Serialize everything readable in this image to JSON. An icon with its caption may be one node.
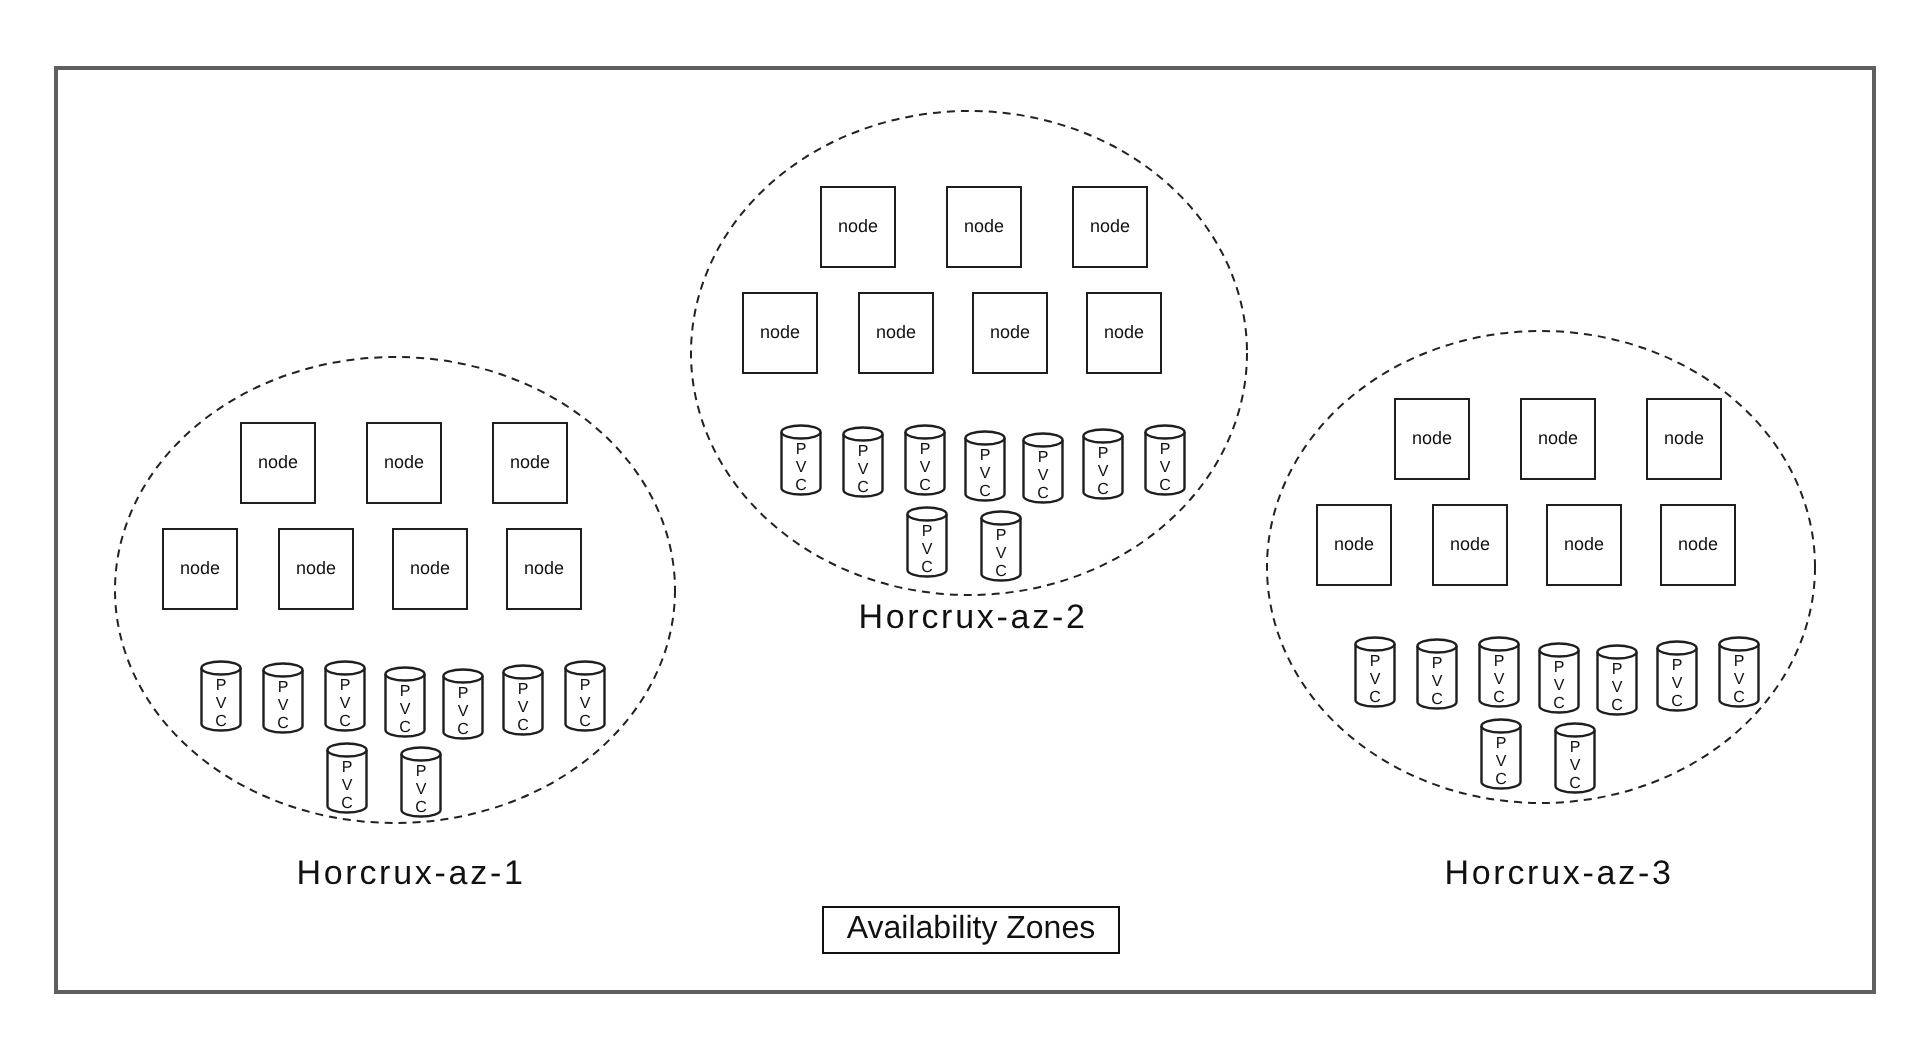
{
  "diagram": {
    "nodes": [
      {
        "text": [],
        "shape": "box"
      },
      {
        "text": [
          "Horcrux-az-1"
        ],
        "in": 0
      },
      {
        "text": [
          "node"
        ],
        "in": 1
      },
      {
        "text": [
          "node"
        ],
        "in": 1
      },
      {
        "text": [
          "node"
        ],
        "in": 1
      },
      {
        "text": [
          "node"
        ],
        "in": 1
      },
      {
        "text": [
          "node"
        ],
        "in": 1
      },
      {
        "text": [
          "node"
        ],
        "in": 1
      },
      {
        "text": [
          "node"
        ],
        "in": 1
      },
      {
        "text": [
          "P V C"
        ],
        "in": 1
      },
      {
        "text": [
          "P V C"
        ],
        "in": 1
      },
      {
        "text": [
          "P V C"
        ],
        "in": 1
      },
      {
        "text": [
          "P V C"
        ],
        "in": 1
      },
      {
        "text": [
          "P V C"
        ],
        "in": 1
      },
      {
        "text": [
          "P V C"
        ],
        "in": 1
      },
      {
        "text": [
          "P V C"
        ],
        "in": 1
      },
      {
        "text": [
          "P V C"
        ],
        "in": 1
      },
      {
        "text": [
          "P V C"
        ],
        "in": 1
      },
      {
        "text": [
          "Horcrux-az-2"
        ],
        "in": 0
      },
      {
        "text": [
          "node"
        ],
        "in": 18
      },
      {
        "text": [
          "node"
        ],
        "in": 18
      },
      {
        "text": [
          "node"
        ],
        "in": 18
      },
      {
        "text": [
          "node"
        ],
        "in": 18
      },
      {
        "text": [
          "node"
        ],
        "in": 18
      },
      {
        "text": [
          "node"
        ],
        "in": 18
      },
      {
        "text": [
          "node"
        ],
        "in": 18
      },
      {
        "text": [
          "P V C"
        ],
        "in": 18
      },
      {
        "text": [
          "P V C"
        ],
        "in": 18
      },
      {
        "text": [
          "P V C"
        ],
        "in": 18
      },
      {
        "text": [
          "P V C"
        ],
        "in": 18
      },
      {
        "text": [
          "P V C"
        ],
        "in": 18
      },
      {
        "text": [
          "P V C"
        ],
        "in": 18
      },
      {
        "text": [
          "P V C"
        ],
        "in": 18
      },
      {
        "text": [
          "P V C"
        ],
        "in": 18
      },
      {
        "text": [
          "P V C"
        ],
        "in": 18
      },
      {
        "text": [
          "Horcrux-az-3"
        ],
        "in": 0
      },
      {
        "text": [
          "node"
        ],
        "in": 35
      },
      {
        "text": [
          "node"
        ],
        "in": 35
      },
      {
        "text": [
          "node"
        ],
        "in": 35
      },
      {
        "text": [
          "node"
        ],
        "in": 35
      },
      {
        "text": [
          "node"
        ],
        "in": 35
      },
      {
        "text": [
          "node"
        ],
        "in": 35
      },
      {
        "text": [
          "node"
        ],
        "in": 35
      },
      {
        "text": [
          "P V C"
        ],
        "in": 35
      },
      {
        "text": [
          "P V C"
        ],
        "in": 35
      },
      {
        "text": [
          "P V C"
        ],
        "in": 35
      },
      {
        "text": [
          "P V C"
        ],
        "in": 35
      },
      {
        "text": [
          "P V C"
        ],
        "in": 35
      },
      {
        "text": [
          "P V C"
        ],
        "in": 35
      },
      {
        "text": [
          "P V C"
        ],
        "in": 35
      },
      {
        "text": [
          "P V C"
        ],
        "in": 35
      },
      {
        "text": [
          "P V C"
        ],
        "in": 35
      },
      {
        "text": [
          "Availability Zones"
        ],
        "in": 0
      }
    ]
  }
}
